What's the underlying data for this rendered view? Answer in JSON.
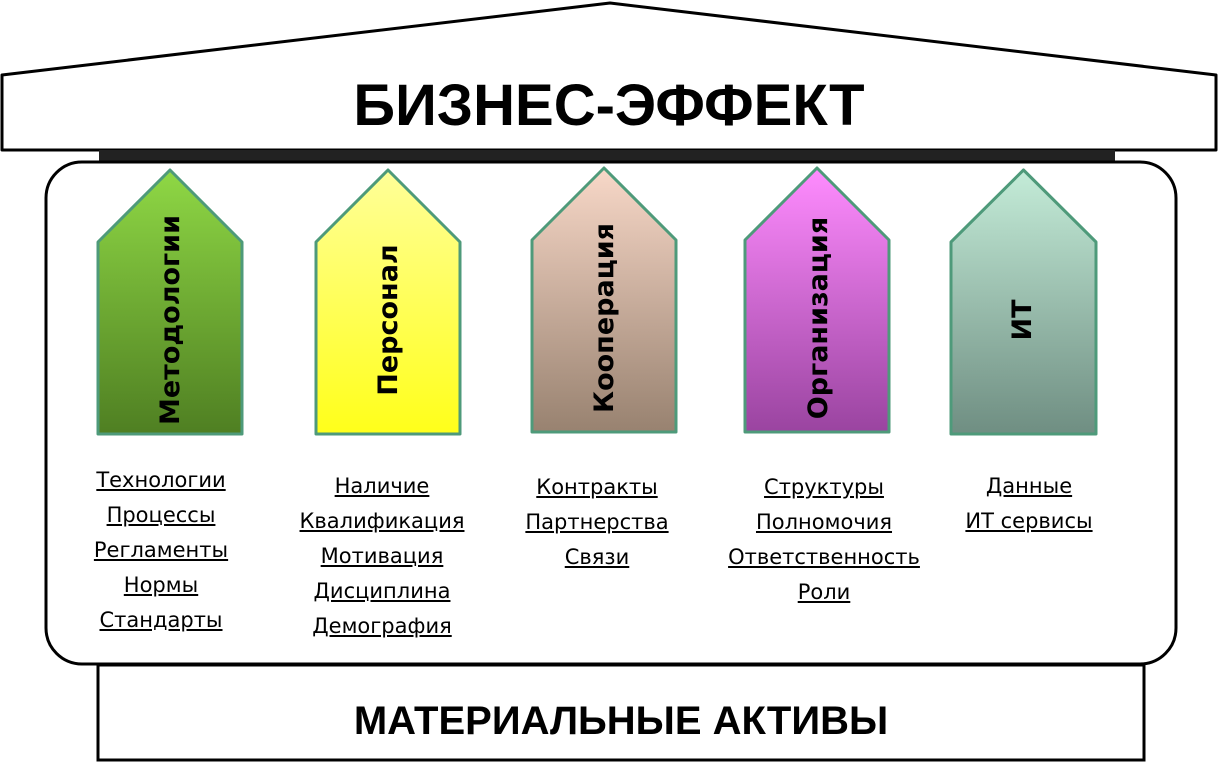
{
  "roof": {
    "title": "БИЗНЕС-ЭФФЕКТ"
  },
  "base": {
    "title": "МАТЕРИАЛЬНЫЕ АКТИВЫ"
  },
  "pillars": [
    {
      "label": "Методологии",
      "fill_top": "#8fd845",
      "fill_bottom": "#4f7f22",
      "items": [
        "Технологии",
        "Процессы",
        "Регламенты",
        "Нормы",
        "Стандарты"
      ]
    },
    {
      "label": "Персонал",
      "fill_top": "#ffff99",
      "fill_bottom": "#ffff1a",
      "items": [
        "Наличие",
        "Квалификация",
        "Мотивация",
        "Дисциплина",
        "Демография"
      ]
    },
    {
      "label": "Кооперация",
      "fill_top": "#f8d8c8",
      "fill_bottom": "#988270",
      "items": [
        "Контракты",
        "Партнерства",
        "Связи"
      ]
    },
    {
      "label": "Организация",
      "fill_top": "#ff8cff",
      "fill_bottom": "#9a44a0",
      "items": [
        "Структуры",
        "Полномочия",
        "Ответственность",
        "Роли"
      ]
    },
    {
      "label": "ИТ",
      "fill_top": "#c4ecd8",
      "fill_bottom": "#6f8e82",
      "items": [
        "Данные",
        "ИТ сервисы"
      ]
    }
  ],
  "colors": {
    "pillar_outline": "#4e9a7a",
    "frame": "#000000",
    "beam": "#222222"
  }
}
